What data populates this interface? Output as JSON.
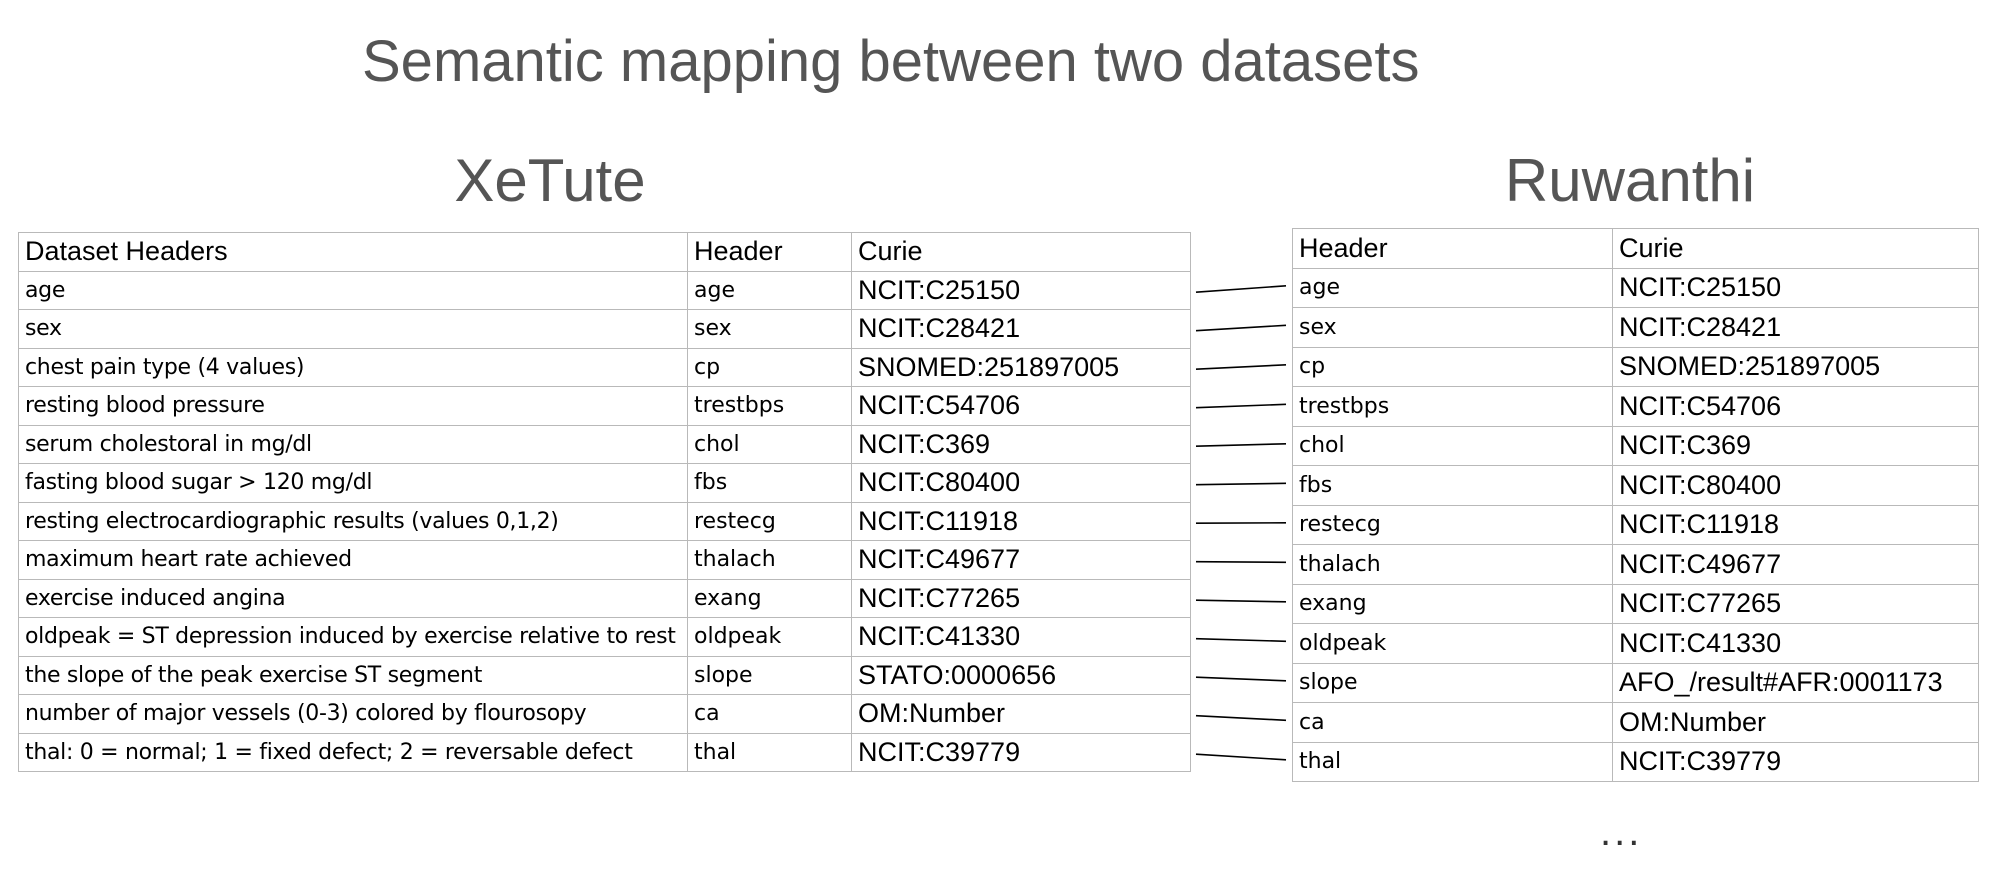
{
  "title": "Semantic mapping between two datasets",
  "left_dataset": {
    "name": "XeTute",
    "columns": [
      "Dataset Headers",
      "Header",
      "Curie"
    ],
    "rows": [
      [
        "age",
        "age",
        "NCIT:C25150"
      ],
      [
        "sex",
        "sex",
        "NCIT:C28421"
      ],
      [
        "chest pain type (4 values)",
        "cp",
        "SNOMED:251897005"
      ],
      [
        "resting blood pressure",
        "trestbps",
        "NCIT:C54706"
      ],
      [
        "serum cholestoral in mg/dl",
        "chol",
        "NCIT:C369"
      ],
      [
        "fasting blood sugar > 120 mg/dl",
        "fbs",
        "NCIT:C80400"
      ],
      [
        "resting electrocardiographic results (values 0,1,2)",
        "restecg",
        "NCIT:C11918"
      ],
      [
        "maximum heart rate achieved",
        "thalach",
        "NCIT:C49677"
      ],
      [
        "exercise induced angina",
        "exang",
        "NCIT:C77265"
      ],
      [
        "oldpeak = ST depression induced by exercise relative to rest",
        "oldpeak",
        "NCIT:C41330"
      ],
      [
        "the slope of the peak exercise ST segment",
        "slope",
        "STATO:0000656"
      ],
      [
        "number of major vessels (0-3) colored by flourosopy",
        "ca",
        "OM:Number"
      ],
      [
        "thal: 0 = normal; 1 = fixed defect; 2 = reversable defect",
        "thal",
        "NCIT:C39779"
      ]
    ]
  },
  "right_dataset": {
    "name": "Ruwanthi",
    "columns": [
      "Header",
      "Curie"
    ],
    "rows": [
      [
        "age",
        "NCIT:C25150"
      ],
      [
        "sex",
        "NCIT:C28421"
      ],
      [
        "cp",
        "SNOMED:251897005"
      ],
      [
        "trestbps",
        "NCIT:C54706"
      ],
      [
        "chol",
        "NCIT:C369"
      ],
      [
        "fbs",
        "NCIT:C80400"
      ],
      [
        "restecg",
        "NCIT:C11918"
      ],
      [
        "thalach",
        "NCIT:C49677"
      ],
      [
        "exang",
        "NCIT:C77265"
      ],
      [
        "oldpeak",
        "NCIT:C41330"
      ],
      [
        "slope",
        "AFO_/result#AFR:0001173"
      ],
      [
        "ca",
        "OM:Number"
      ],
      [
        "thal",
        "NCIT:C39779"
      ]
    ]
  },
  "continuation": "..."
}
